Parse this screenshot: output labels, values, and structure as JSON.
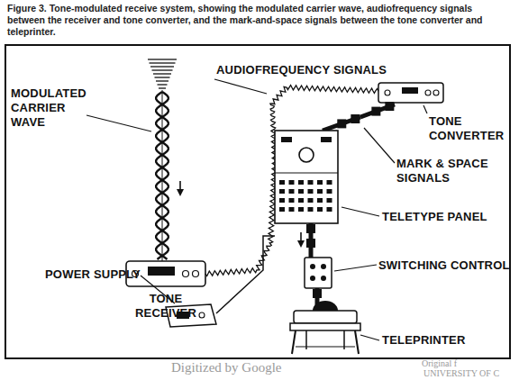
{
  "diagram": {
    "caption": "Figure 3. Tone-modulated receive system, showing the modulated carrier wave, audiofrequency signals between the receiver and tone converter, and the mark-and-space signals between the tone converter and teleprinter.",
    "labels": [
      "MODULATED CARRIER WAVE",
      "AUDIOFREQUENCY SIGNALS",
      "TONE CONVERTER",
      "MARK & SPACE SIGNALS",
      "TELETYPE PANEL",
      "TONE RECEIVER",
      "SWITCHING CONTROL",
      "POWER SUPPLY",
      "TELEPRINTER",
      "Digitized by Google",
      "Original f",
      "UNIVERSITY OF C"
    ]
  }
}
